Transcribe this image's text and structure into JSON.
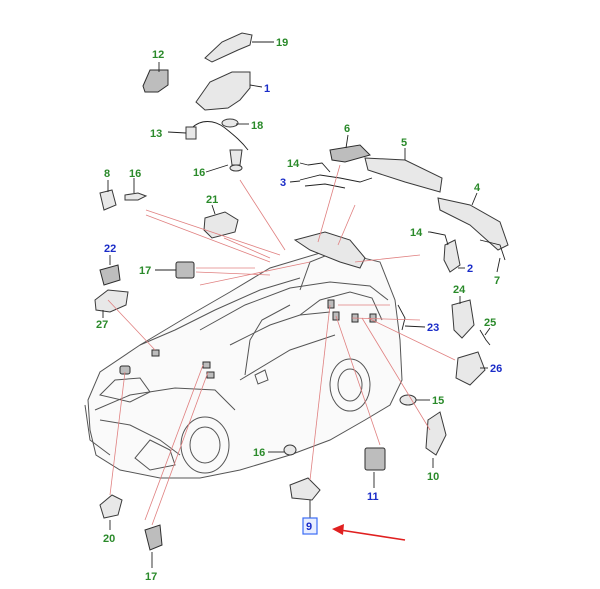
{
  "colors": {
    "green_label": "#2a8a2a",
    "blue_label": "#1a2cc8",
    "leader_line": "#e08080",
    "highlight_box": "#3b6cf5",
    "arrow": "#e02020"
  },
  "callouts": {
    "c1": "1",
    "c2": "2",
    "c3": "3",
    "c4": "4",
    "c5": "5",
    "c6": "6",
    "c7": "7",
    "c8": "8",
    "c9": "9",
    "c10": "10",
    "c11": "11",
    "c12": "12",
    "c13": "13",
    "c14a": "14",
    "c14b": "14",
    "c15": "15",
    "c16a": "16",
    "c16b": "16",
    "c16c": "16",
    "c17a": "17",
    "c17b": "17",
    "c18": "18",
    "c19": "19",
    "c20": "20",
    "c21": "21",
    "c22": "22",
    "c23": "23",
    "c24": "24",
    "c25": "25",
    "c26": "26",
    "c27": "27"
  }
}
